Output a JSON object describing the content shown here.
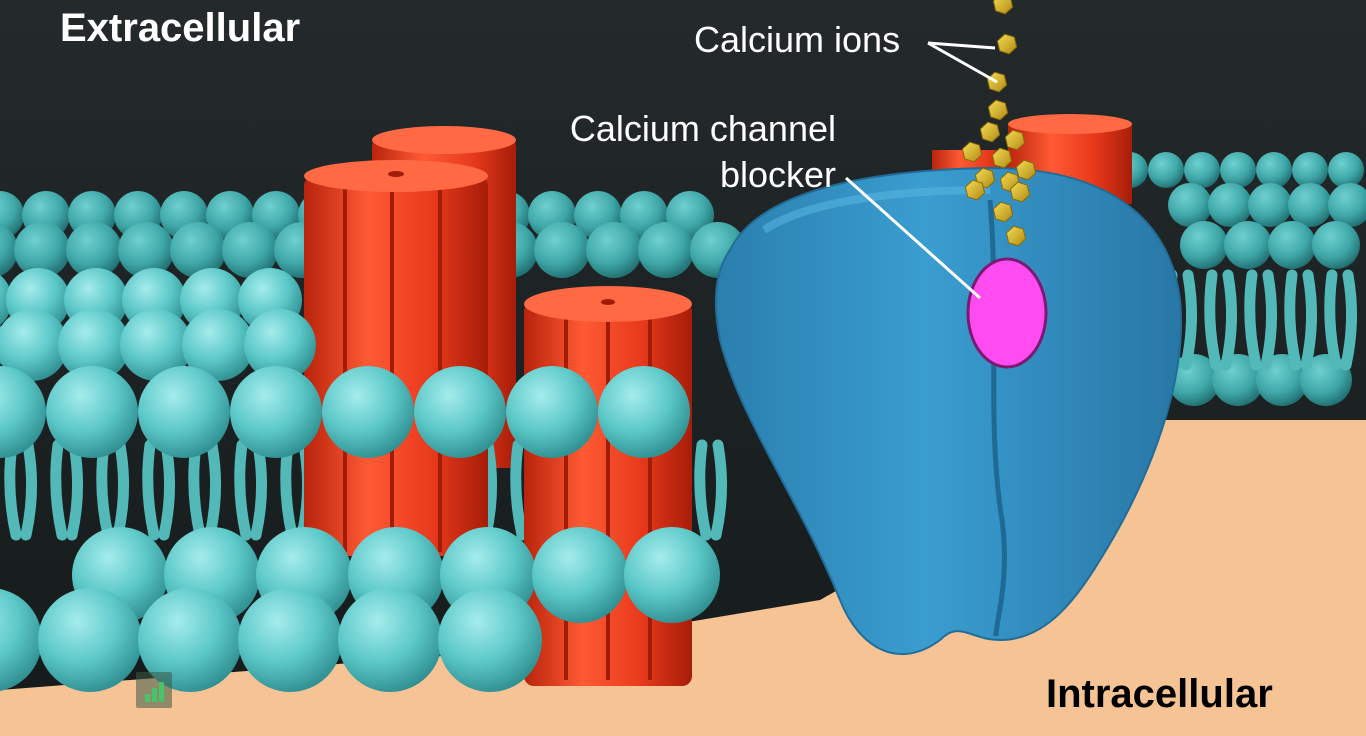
{
  "labels": {
    "extracellular": "Extracellular",
    "intracellular": "Intracellular",
    "calcium_ions": "Calcium ions",
    "blocker_line1": "Calcium channel",
    "blocker_line2": "blocker"
  },
  "colors": {
    "background_top": "#1e2324",
    "intracellular_fill": "#f6c394",
    "lipid_head": "#5cc8c8",
    "lipid_tail": "#52b8b8",
    "protein_red": "#e8391c",
    "channel_blue": "#2f8fc0",
    "blocker_magenta": "#ff4cf0",
    "calcium_ion": "#e4c02c",
    "label_white": "#ffffff",
    "label_black": "#000000"
  },
  "icons": {
    "watermark": "bar-chart-logo-icon"
  }
}
